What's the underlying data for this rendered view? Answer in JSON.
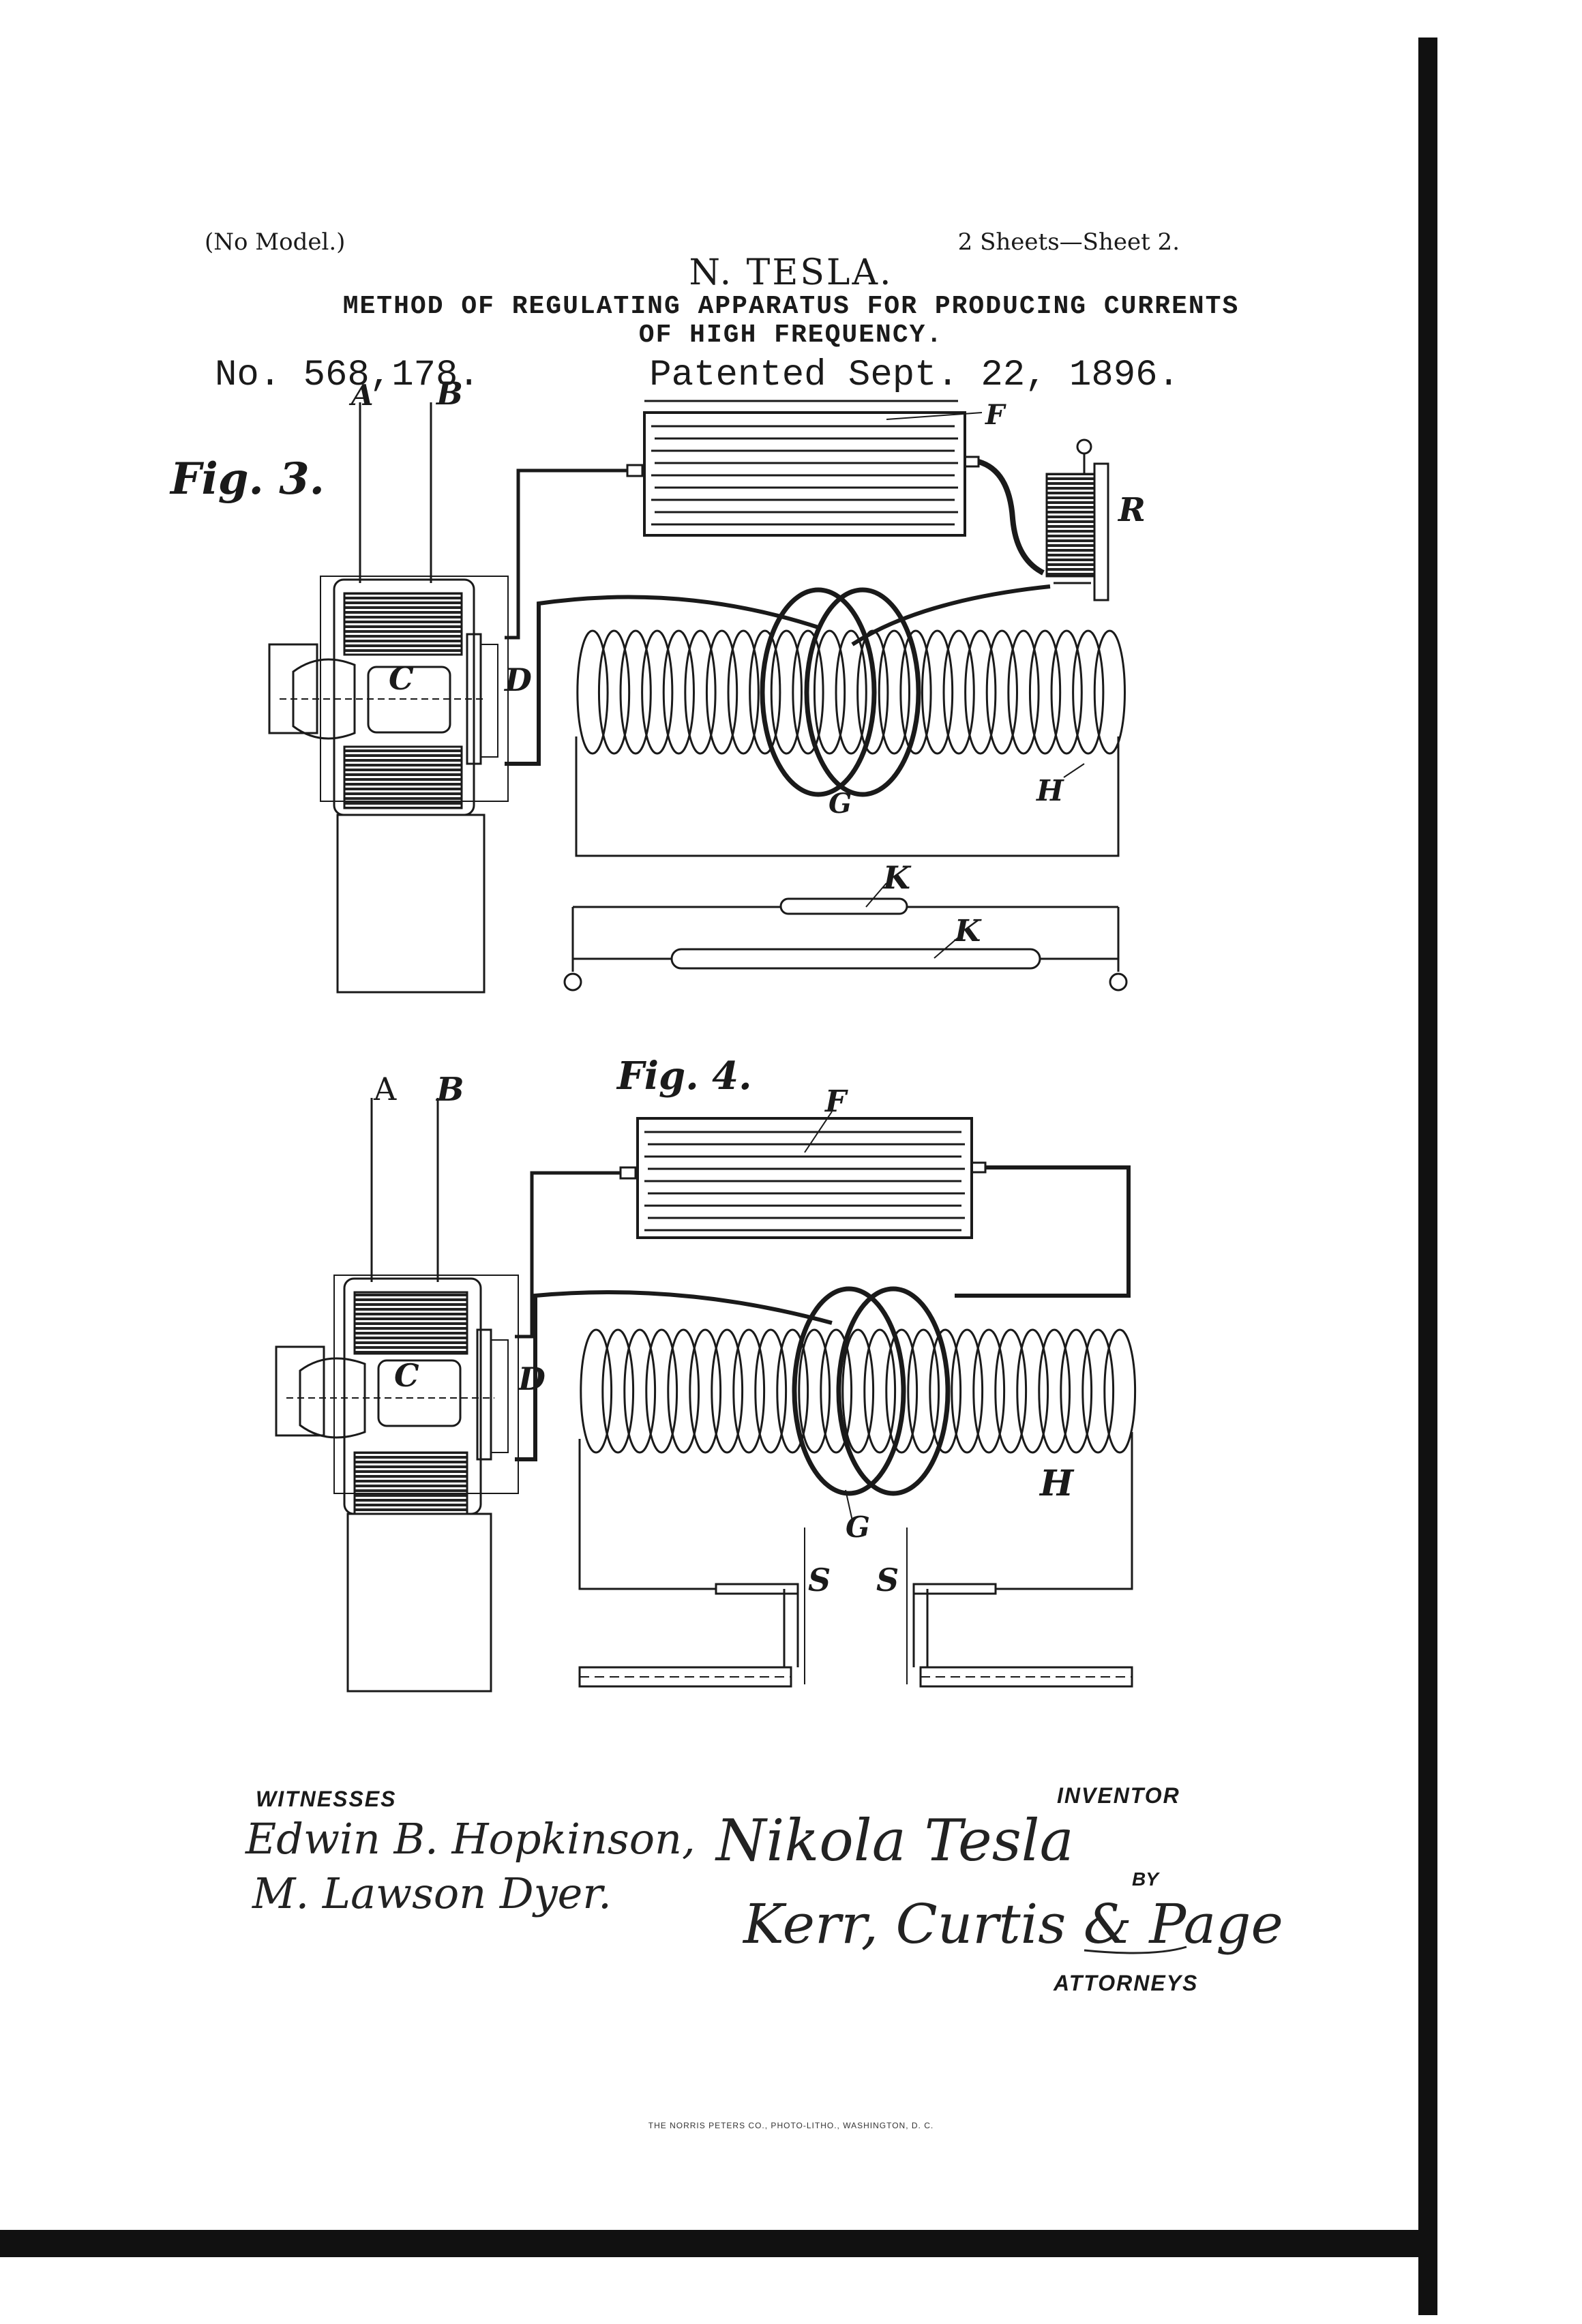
{
  "header": {
    "model_note": "(No Model.)",
    "sheets": "2 Sheets—Sheet 2.",
    "inventor": "N. TESLA.",
    "title_line1": "METHOD OF REGULATING APPARATUS FOR PRODUCING CURRENTS",
    "title_line2": "OF HIGH FREQUENCY.",
    "patent_number": "No. 568,178.",
    "patented_date": "Patented Sept. 22, 1896."
  },
  "fig3": {
    "caption": "Fig. 3.",
    "labels": {
      "a": "A",
      "b": "B",
      "c": "C",
      "d": "D",
      "f": "F",
      "r": "R",
      "g": "G",
      "h": "H",
      "k1": "K",
      "k2": "K"
    }
  },
  "fig4": {
    "caption": "Fig. 4.",
    "labels": {
      "a": "A",
      "b": "B",
      "c": "C",
      "d": "D",
      "f": "F",
      "g": "G",
      "h": "H",
      "s1": "S",
      "s2": "S"
    }
  },
  "signatures": {
    "witnesses_heading": "WITNESSES",
    "witness1": "Edwin B. Hopkinson,",
    "witness2": "M. Lawson Dyer.",
    "inventor_heading": "INVENTOR",
    "inventor_signature": "Nikola Tesla",
    "by": "BY",
    "attorneys_signature": "Kerr, Curtis & Page",
    "attorneys_heading": "ATTORNEYS"
  },
  "footer": {
    "printer": "THE NORRIS PETERS CO., PHOTO-LITHO., WASHINGTON, D. C."
  },
  "colors": {
    "ink": "#1a1a1a",
    "paper": "#ffffff"
  }
}
